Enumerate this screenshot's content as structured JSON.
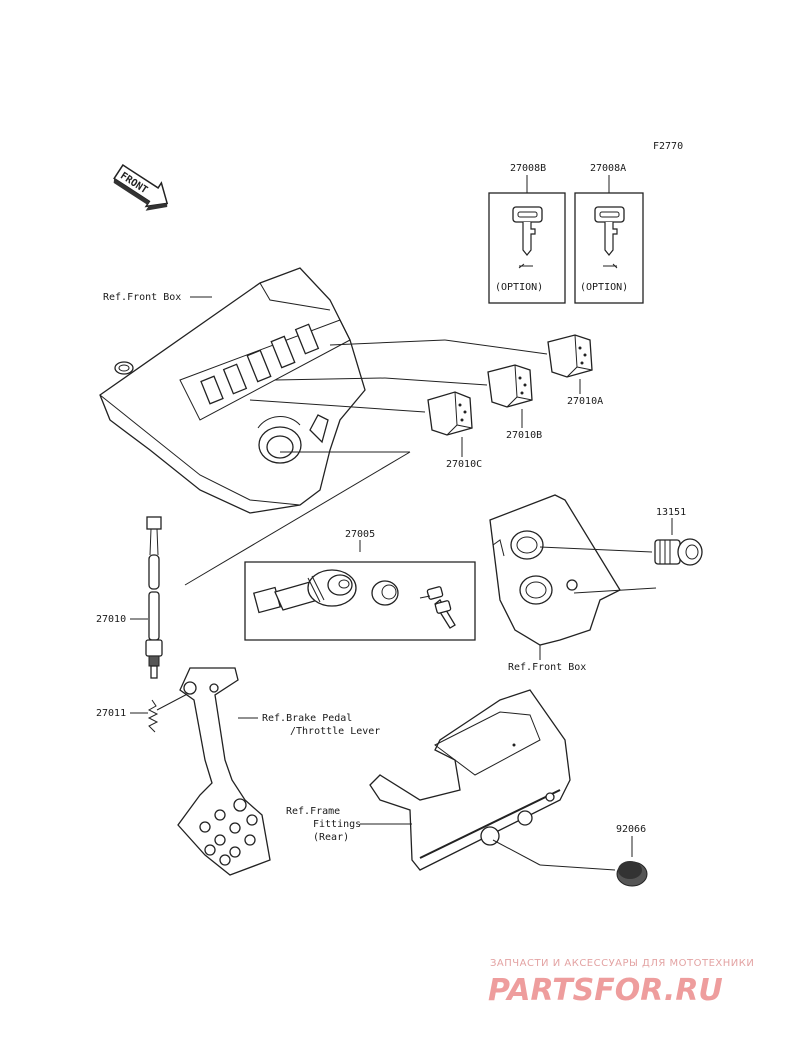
{
  "diagram": {
    "figure_code": "F2770",
    "front_arrow": "FRONT",
    "keys": {
      "key_b": {
        "part": "27008B",
        "note": "(OPTION)"
      },
      "key_a": {
        "part": "27008A",
        "note": "(OPTION)"
      }
    },
    "switches": {
      "switch_a": "27010A",
      "switch_b": "27010B",
      "switch_c": "27010C"
    },
    "ignition_switch": "27005",
    "socket": "13151",
    "switch_harness": "27010",
    "spring": "27011",
    "cap": "92066",
    "refs": {
      "front_box_top": "Ref.Front Box",
      "front_box_bottom": "Ref.Front Box",
      "brake_pedal_1": "Ref.Brake Pedal",
      "brake_pedal_2": "/Throttle Lever",
      "frame_1": "Ref.Frame",
      "frame_2": "Fittings",
      "frame_3": "(Rear)"
    }
  },
  "watermark": {
    "tagline": "ЗАПЧАСТИ И АКСЕССУАРЫ ДЛЯ МОТОТЕХНИКИ",
    "logo": "PARTSFOR.RU"
  }
}
